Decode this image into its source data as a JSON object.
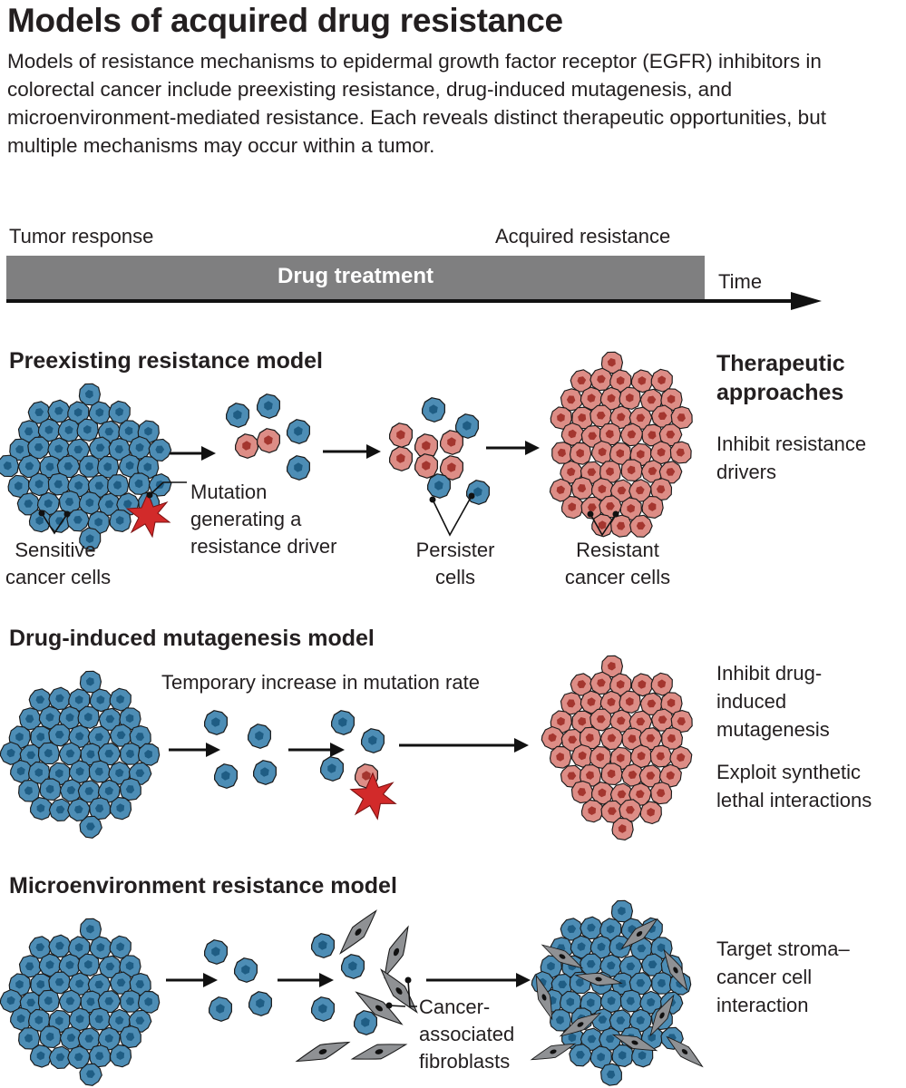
{
  "header": {
    "title": "Models of acquired drug resistance",
    "subtitle": "Models of resistance mechanisms to epidermal growth factor receptor (EGFR) inhibitors in colorectal cancer include preexisting resistance, drug-induced mutagenesis, and microenvironment-mediated resistance. Each reveals distinct therapeutic opportunities, but multiple mechanisms may occur within a tumor."
  },
  "timeline": {
    "left_label": "Tumor response",
    "right_label": "Acquired resistance",
    "bar_label": "Drug treatment",
    "axis_label": "Time"
  },
  "preexisting": {
    "heading": "Preexisting resistance model",
    "sensitive_label": [
      "Sensitive",
      "cancer cells"
    ],
    "mutation_label": [
      "Mutation",
      "generating a",
      "resistance driver"
    ],
    "persister_label": [
      "Persister",
      "cells"
    ],
    "resistant_label": [
      "Resistant",
      "cancer cells"
    ]
  },
  "mutagenesis": {
    "heading": "Drug-induced mutagenesis model",
    "rate_label": "Temporary increase in mutation rate"
  },
  "microenvironment": {
    "heading": "Microenvironment resistance model",
    "caf_label": [
      "Cancer-",
      "associated",
      "fibroblasts"
    ]
  },
  "therapeutic": {
    "heading": [
      "Therapeutic",
      "approaches"
    ],
    "preexisting": [
      "Inhibit resistance",
      "drivers"
    ],
    "mutagenesis_1": [
      "Inhibit drug-",
      "induced",
      "mutagenesis"
    ],
    "mutagenesis_2": [
      "Exploit synthetic",
      "lethal interactions"
    ],
    "microenvironment": [
      "Target stroma–",
      "cancer cell",
      "interaction"
    ]
  },
  "colors": {
    "sensitive_cell": "#4d8db5",
    "sensitive_nucleus": "#1f5d84",
    "resistant_cell": "#dd8d86",
    "resistant_nucleus": "#a4362f",
    "mutation_star": "#d22a2a",
    "fibroblast": "#8f9194",
    "timeline_bar": "#7f7f80"
  }
}
